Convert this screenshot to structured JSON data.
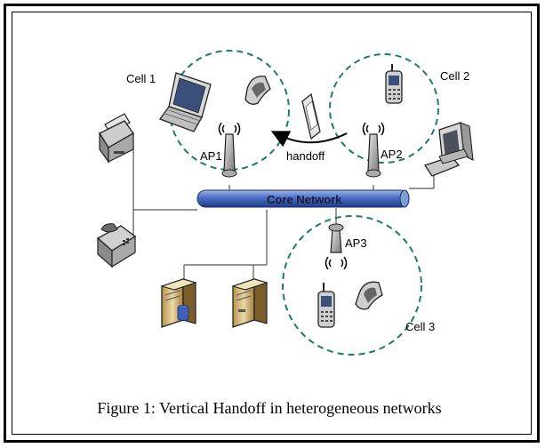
{
  "diagram": {
    "cells": [
      {
        "id": "cell1",
        "label": "Cell 1"
      },
      {
        "id": "cell2",
        "label": "Cell 2"
      },
      {
        "id": "cell3",
        "label": "Cell 3"
      }
    ],
    "access_points": [
      {
        "id": "ap1",
        "label": "AP1"
      },
      {
        "id": "ap2",
        "label": "AP2"
      },
      {
        "id": "ap3",
        "label": "AP3"
      }
    ],
    "core_network_label": "Core Network",
    "handoff_label": "handoff",
    "caption": "Figure 1: Vertical Handoff in heterogeneous networks"
  }
}
